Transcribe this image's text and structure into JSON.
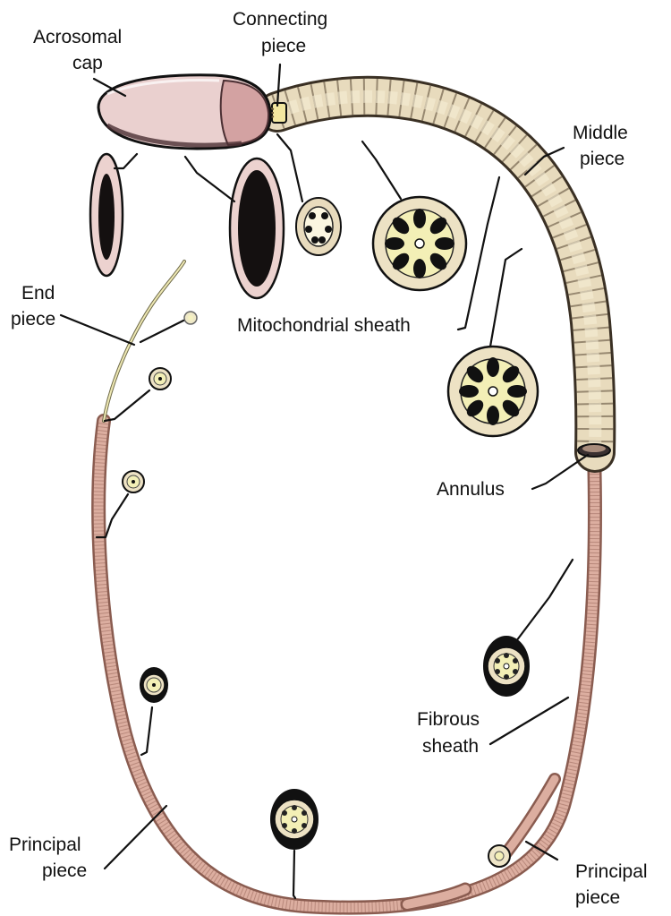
{
  "labels": {
    "acrosomal_cap": [
      "Acrosomal",
      "cap"
    ],
    "connecting_piece": [
      "Connecting",
      "piece"
    ],
    "middle_piece": [
      "Middle",
      "piece"
    ],
    "end_piece": [
      "End",
      "piece"
    ],
    "mitochondrial_sheath": "Mitochondrial sheath",
    "annulus": "Annulus",
    "fibrous_sheath": [
      "Fibrous",
      "sheath"
    ],
    "principal_piece_left": [
      "Principal",
      "piece"
    ],
    "principal_piece_right": [
      "Principal",
      "piece"
    ]
  },
  "colors": {
    "head_pink": "#ead0cf",
    "postacrosomal": "#d3a2a2",
    "head_dark": "#4b2f33",
    "midpiece_tan": "#e8dbbd",
    "midpiece_shadow": "#7a6a52",
    "tail_pink": "#dcaea0",
    "tail_edge": "#8a5c50",
    "axoneme_yellow": "#f3efb6",
    "cross_section_bg": "#ede2c4",
    "outline": "#111111"
  }
}
